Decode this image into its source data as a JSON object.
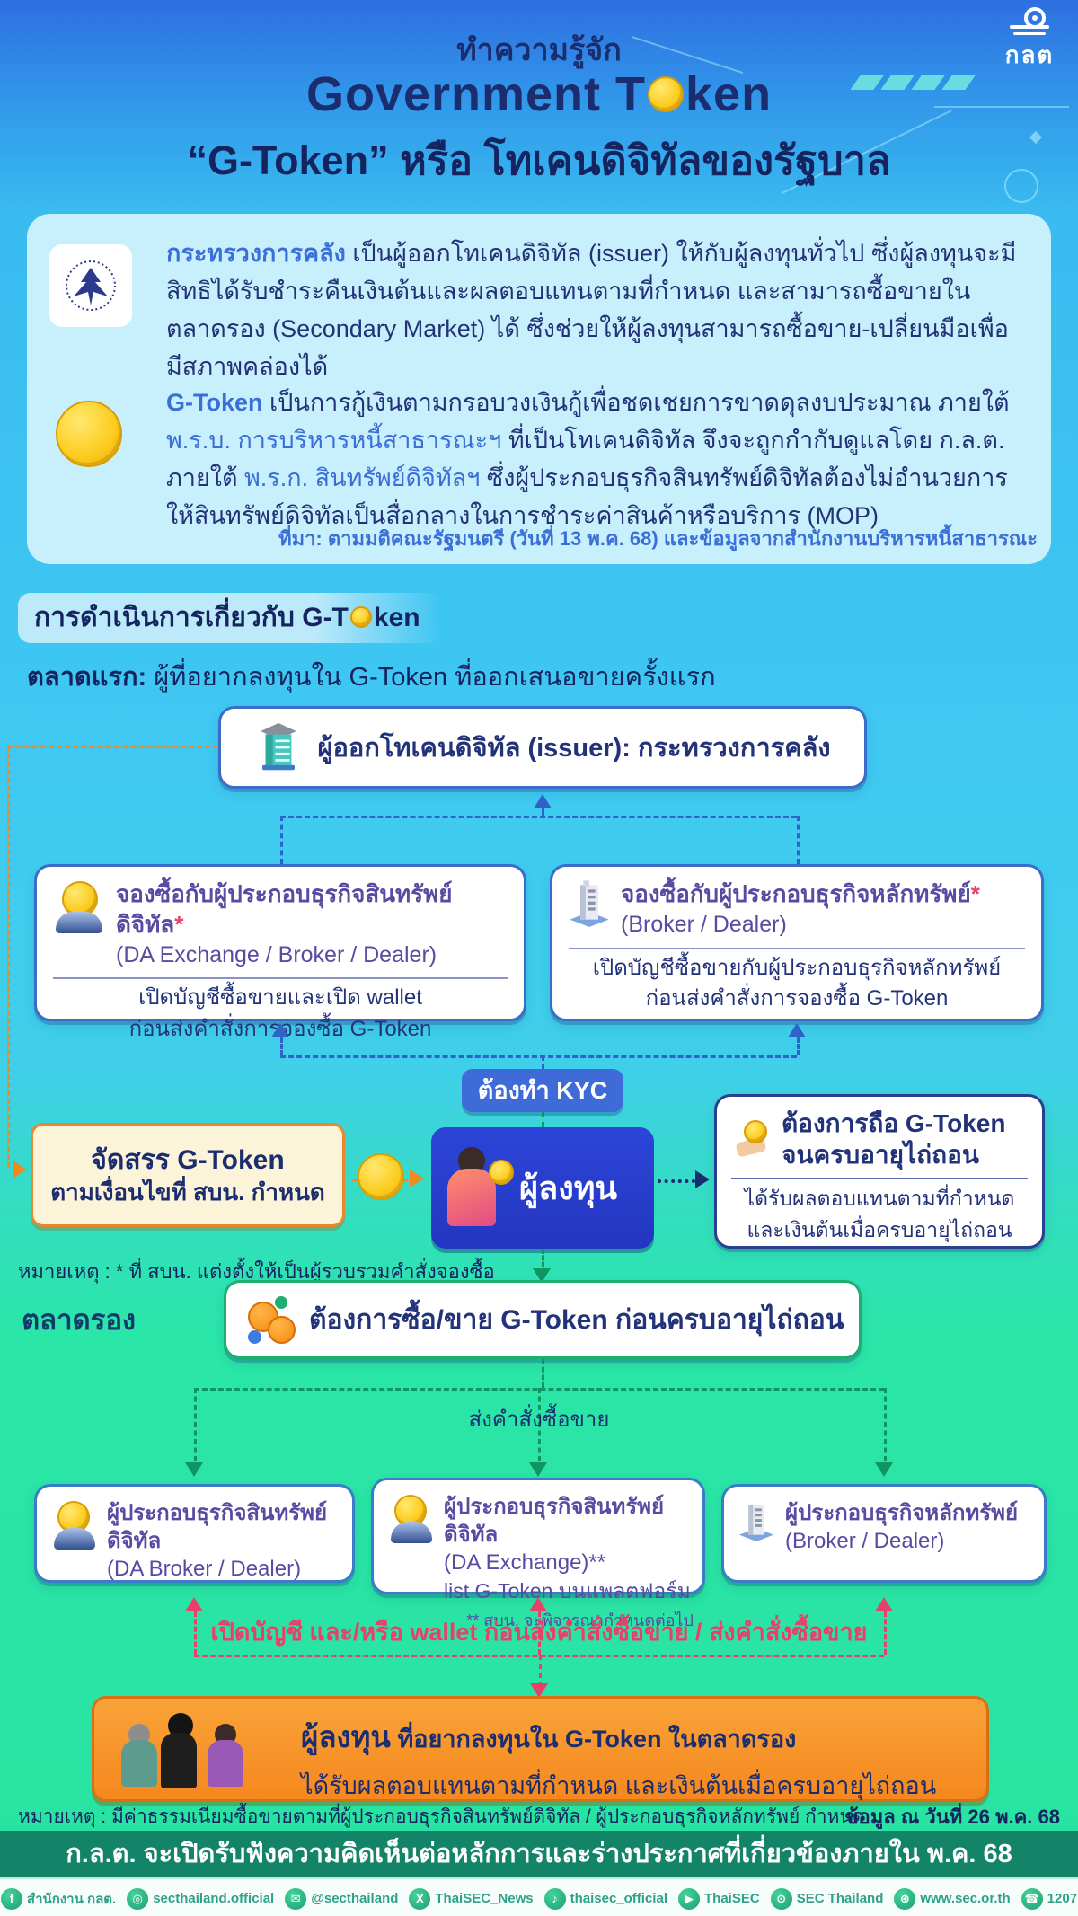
{
  "colors": {
    "navy": "#1b2d6e",
    "blue_accent": "#3a6fd8",
    "purple": "#574ba2",
    "pink": "#e8406b",
    "orange": "#f5881e",
    "green": "#0f9463",
    "banner_teal": "#138468",
    "bg_cyan": "#3fc9f2",
    "bg_green": "#28e2a1"
  },
  "logo": {
    "text": "กลต"
  },
  "header": {
    "kicker": "ทำความรู้จัก",
    "title_left": "Government T",
    "title_right": "ken",
    "subtitle": "“G-Token” หรือ โทเคนดิจิทัลของรัฐบาล"
  },
  "intro": {
    "p1": {
      "lead": "กระทรวงการคลัง",
      "text": " เป็นผู้ออกโทเคนดิจิทัล (issuer) ให้กับผู้ลงทุนทั่วไป ซึ่งผู้ลงทุนจะมีสิทธิได้รับชำระคืนเงินต้นและผลตอบแทนตามที่กำหนด และสามารถซื้อขายในตลาดรอง (Secondary Market) ได้ ซึ่งช่วยให้ผู้ลงทุนสามารถซื้อขาย-เปลี่ยนมือเพื่อมีสภาพคล่องได้"
    },
    "p2": {
      "lead": "G-Token",
      "seg1": " เป็นการกู้เงินตามกรอบวงเงินกู้เพื่อชดเชยการขาดดุลงบประมาณ ภายใต้ ",
      "law1": "พ.ร.บ. การบริหารหนี้สาธารณะฯ",
      "seg2": " ที่เป็นโทเคนดิจิทัล จึงจะถูกกำกับดูแลโดย ก.ล.ต. ภายใต้ ",
      "law2": "พ.ร.ก. สินทรัพย์ดิจิทัลฯ",
      "seg3": " ซึ่งผู้ประกอบธุรกิจสินทรัพย์ดิจิทัลต้องไม่อำนวยการให้สินทรัพย์ดิจิทัลเป็นสื่อกลางในการชำระค่าสินค้าหรือบริการ (MOP)"
    },
    "source": "ที่มา: ตามมติคณะรัฐมนตรี (วันที่ 13 พ.ค. 68) และข้อมูลจากสำนักงานบริหารหนี้สาธารณะ"
  },
  "ribbon": {
    "left": "การดำเนินการเกี่ยวกับ G-T",
    "right": "ken"
  },
  "primary": {
    "label": "ตลาดแรก:",
    "label_rest": " ผู้ที่อยากลงทุนใน G-Token ที่ออกเสนอขายครั้งแรก",
    "issuer": "ผู้ออกโทเคนดิจิทัล (issuer): กระทรวงการคลัง",
    "box_da": {
      "title": "จองซื้อกับผู้ประกอบธุรกิจสินทรัพย์ดิจิทัล",
      "star": "*",
      "subtitle": "(DA Exchange / Broker / Dealer)",
      "body1": "เปิดบัญชีซื้อขายและเปิด wallet",
      "body2": "ก่อนส่งคำสั่งการจองซื้อ G-Token"
    },
    "box_sec": {
      "title": "จองซื้อกับผู้ประกอบธุรกิจหลักทรัพย์",
      "star": "*",
      "subtitle": "(Broker / Dealer)",
      "body1": "เปิดบัญชีซื้อขายกับผู้ประกอบธุรกิจหลักทรัพย์",
      "body2": "ก่อนส่งคำสั่งการจองซื้อ G-Token"
    },
    "kyc": "ต้องทำ KYC",
    "allocate": {
      "line1": "จัดสรร G-Token",
      "line2": "ตามเงื่อนไขที่ สบน. กำหนด"
    },
    "investor": "ผู้ลงทุน",
    "hold": {
      "title1": "ต้องการถือ G-Token",
      "title2": "จนครบอายุไถ่ถอน",
      "body1": "ได้รับผลตอบแทนตามที่กำหนด",
      "body2": "และเงินต้นเมื่อครบอายุไถ่ถอน"
    },
    "note": "หมายเหตุ : * ที่ สบน. แต่งตั้งให้เป็นผู้รวบรวมคำสั่งจองซื้อ"
  },
  "secondary": {
    "label": "ตลาดรอง",
    "want": "ต้องการซื้อ/ขาย G-Token ก่อนครบอายุไถ่ถอน",
    "order": "ส่งคำสั่งซื้อขาย",
    "box1": {
      "title": "ผู้ประกอบธุรกิจสินทรัพย์ดิจิทัล",
      "subtitle": "(DA Broker / Dealer)"
    },
    "box2": {
      "title": "ผู้ประกอบธุรกิจสินทรัพย์ดิจิทัล",
      "subtitle": "(DA Exchange)**",
      "line3": "list G-Token บนแพลตฟอร์ม",
      "footnote": "** สบน. จะพิจารณากำหนดต่อไป"
    },
    "box3": {
      "title": "ผู้ประกอบธุรกิจหลักทรัพย์",
      "subtitle": "(Broker / Dealer)"
    },
    "wallet_note": "เปิดบัญชี และ/หรือ wallet ก่อนส่งคำสั่งซื้อขาย / ส่งคำสั่งซื้อขาย",
    "investor": {
      "lead": "ผู้ลงทุน",
      "rest": " ที่อยากลงทุนใน G-Token ในตลาดรอง",
      "body": "ได้รับผลตอบแทนตามที่กำหนด และเงินต้นเมื่อครบอายุไถ่ถอน"
    },
    "note": "หมายเหตุ : มีค่าธรรมเนียมซื้อขายตามที่ผู้ประกอบธุรกิจสินทรัพย์ดิจิทัล / ผู้ประกอบธุรกิจหลักทรัพย์ กำหนด",
    "asof": "ข้อมูล ณ วันที่ 26 พ.ค. 68"
  },
  "banner": {
    "text": "ก.ล.ต. จะเปิดรับฟังความคิดเห็นต่อหลักการและร่างประกาศที่เกี่ยวข้องภายใน พ.ค. 68"
  },
  "footer": {
    "items": [
      {
        "icon": "facebook-icon",
        "glyph": "f",
        "label": "สำนักงาน กลต."
      },
      {
        "icon": "instagram-icon",
        "glyph": "◎",
        "label": "secthailand.official"
      },
      {
        "icon": "line-icon",
        "glyph": "✉",
        "label": "@secthailand"
      },
      {
        "icon": "x-twitter-icon",
        "glyph": "X",
        "label": "ThaiSEC_News"
      },
      {
        "icon": "tiktok-icon",
        "glyph": "♪",
        "label": "thaisec_official"
      },
      {
        "icon": "youtube-icon",
        "glyph": "▶",
        "label": "ThaiSEC"
      },
      {
        "icon": "podcast-icon",
        "glyph": "⊙",
        "label": "SEC Thailand"
      },
      {
        "icon": "globe-icon",
        "glyph": "⊕",
        "label": "www.sec.or.th"
      },
      {
        "icon": "phone-icon",
        "glyph": "☎",
        "label": "1207"
      }
    ]
  }
}
